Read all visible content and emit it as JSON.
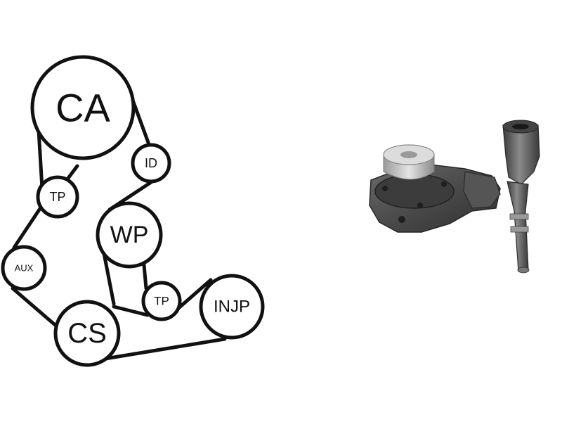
{
  "diagram": {
    "pulleys": {
      "ca": "CA",
      "id": "ID",
      "tp_upper": "TP",
      "wp": "WP",
      "aux": "AUX",
      "tp_lower": "TP",
      "injp": "INJP",
      "cs": "CS"
    }
  },
  "colors": {
    "belt": "#111111",
    "pulley_fill": "#ffffff",
    "background": "#ffffff",
    "pump_body": "#4a4a4a",
    "pump_shadow": "#2e2e2e",
    "pump_highlight": "#8a8a8a",
    "pulley_hub": "#d8d8d8"
  },
  "product_image": {
    "icon": "water-pump-icon"
  }
}
